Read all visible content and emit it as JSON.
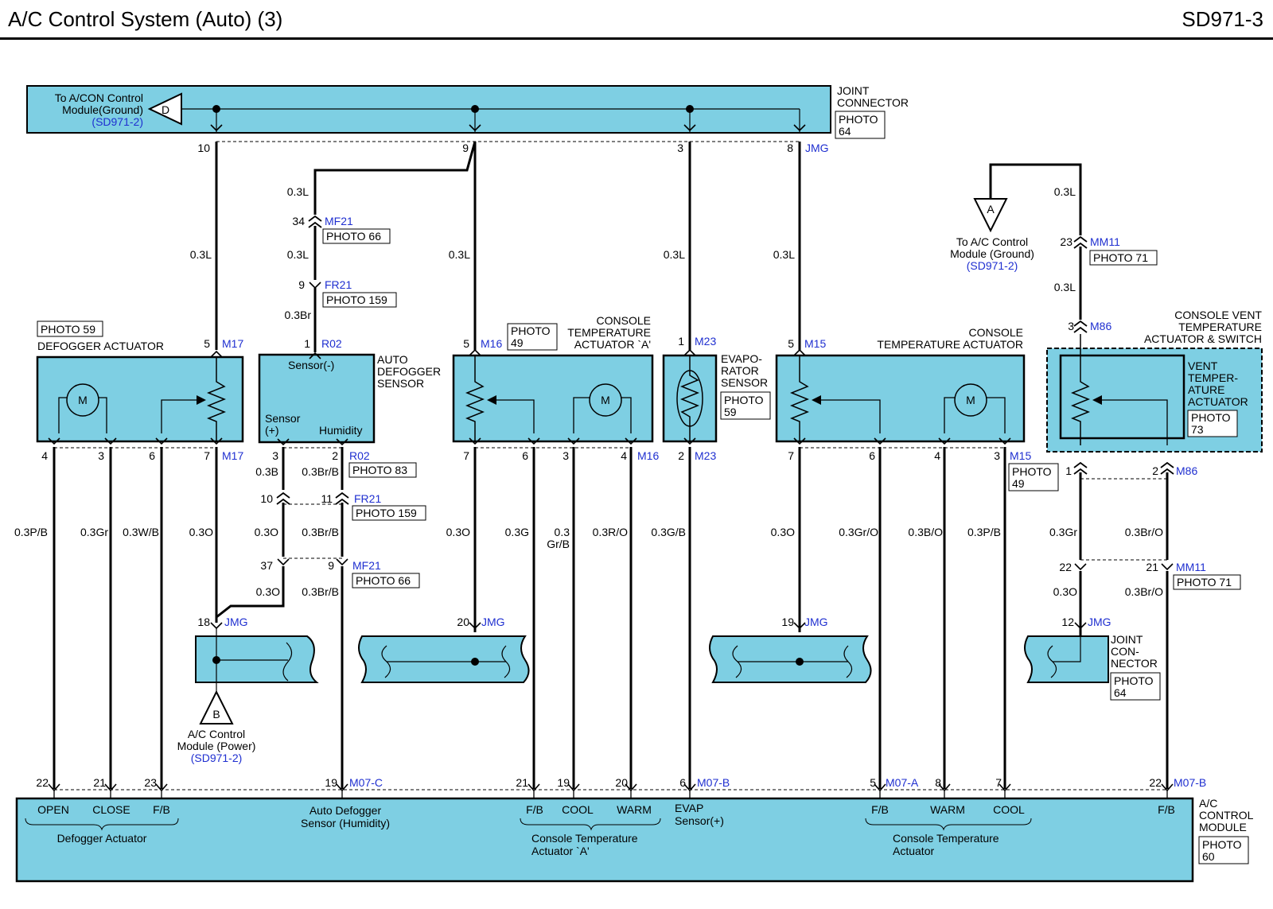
{
  "page": {
    "title": "A/C Control System (Auto) (3)",
    "code": "SD971-3"
  },
  "colors": {
    "box_fill": "#7ecfe3",
    "connector_ref": "#1f2fd0",
    "wire": "#000000"
  },
  "joint_top": {
    "ground_text": [
      "To A/CON Control",
      "Module(Ground)",
      "(SD971-2)"
    ],
    "ground_symbol": "D",
    "name": [
      "JOINT",
      "CONNECTOR"
    ],
    "photo": [
      "PHOTO",
      "64"
    ],
    "pins": [
      "10",
      "9",
      "3",
      "8"
    ],
    "connector": "JMG"
  },
  "defogger_actuator": {
    "name": "DEFOGGER ACTUATOR",
    "photo": "PHOTO 59",
    "motor": "M",
    "top_pin": "5",
    "connector": "M17",
    "bottom_pins": [
      "4",
      "3",
      "6",
      "7"
    ],
    "wires": [
      "0.3P/B",
      "0.3Gr",
      "0.3W/B",
      "0.3O"
    ]
  },
  "left_ground_chain": {
    "wire_top": "0.3L",
    "pin_18": "18",
    "jmg": "JMG",
    "ground_symbol": "B",
    "ground_text": [
      "A/C Control",
      "Module (Power)",
      "(SD971-2)"
    ]
  },
  "auto_defogger_sensor": {
    "name": [
      "AUTO",
      "DEFOGGER",
      "SENSOR"
    ],
    "inner_top": "Sensor(-)",
    "inner_left": [
      "Sensor",
      "(+)"
    ],
    "inner_right": "Humidity",
    "top_pin": "1",
    "connector": "R02",
    "upper_chain": {
      "w1": "0.3L",
      "mf21_pin": "34",
      "mf21": "MF21",
      "mf21_photo": "PHOTO 66",
      "w2": "0.3L",
      "fr21_pin": "9",
      "fr21": "FR21",
      "fr21_photo": "PHOTO 159",
      "w3": "0.3Br"
    },
    "bottom_pins": [
      "3",
      "2"
    ],
    "bottom_connector": "R02",
    "bottom_photo": "PHOTO 83",
    "w_left1": "0.3B",
    "w_right1": "0.3Br/B",
    "fr21_pins": [
      "10",
      "11"
    ],
    "fr21": "FR21",
    "fr21_photo": "PHOTO 159",
    "w_left2": "0.3O",
    "w_right2": "0.3Br/B",
    "mf21_pins": [
      "37",
      "9"
    ],
    "mf21": "MF21",
    "mf21_photo": "PHOTO 66",
    "w_left3": "0.3O",
    "w_right3": "0.3Br/B"
  },
  "console_temp_actuator_a": {
    "name": [
      "CONSOLE",
      "TEMPERATURE",
      "ACTUATOR `A'"
    ],
    "photo": [
      "PHOTO",
      "49"
    ],
    "motor": "M",
    "top_pin": "5",
    "connector": "M16",
    "wire_top": "0.3L",
    "bottom_pins": [
      "7",
      "6",
      "3",
      "4"
    ],
    "bottom_connector": "M16",
    "wires": [
      "0.3O",
      "0.3G",
      "0.3",
      "Gr/B",
      "0.3R/O"
    ],
    "joint_pin": "20",
    "jmg": "JMG"
  },
  "evaporator_sensor": {
    "name": [
      "EVAPO-",
      "RATOR",
      "SENSOR"
    ],
    "photo": [
      "PHOTO",
      "59"
    ],
    "top_pin": "1",
    "connector": "M23",
    "wire_top": "0.3L",
    "bottom_pin": "2",
    "bottom_connector": "M23",
    "wire_bottom": "0.3G/B"
  },
  "console_temp_actuator": {
    "name": [
      "CONSOLE",
      "TEMPERATURE ACTUATOR"
    ],
    "motor": "M",
    "top_pin": "5",
    "connector": "M15",
    "wire_top": "0.3L",
    "bottom_pins": [
      "7",
      "6",
      "4",
      "3"
    ],
    "bottom_connector": "M15",
    "photo": [
      "PHOTO",
      "49"
    ],
    "wires": [
      "0.3O",
      "0.3Gr/O",
      "0.3B/O",
      "0.3P/B"
    ],
    "joint_pin": "19",
    "jmg": "JMG"
  },
  "vent_temp_actuator": {
    "outer_name": [
      "CONSOLE VENT",
      "TEMPERATURE",
      "ACTUATOR & SWITCH"
    ],
    "inner_name": [
      "VENT",
      "TEMPER-",
      "ATURE",
      "ACTUATOR"
    ],
    "photo": [
      "PHOTO",
      "73"
    ],
    "ground_symbol": "A",
    "ground_text": [
      "To A/C Control",
      "Module (Ground)",
      "(SD971-2)"
    ],
    "w1": "0.3L",
    "mm11_pin": "23",
    "mm11": "MM11",
    "mm11_photo": "PHOTO 71",
    "w2": "0.3L",
    "top_pin": "3",
    "connector": "M86",
    "bottom_pins": [
      "1",
      "2"
    ],
    "bottom_connector": "M86",
    "w_left1": "0.3Gr",
    "w_right1": "0.3Br/O",
    "mm11_pins": [
      "22",
      "21"
    ],
    "mm11_b": "MM11",
    "mm11_photo_b": "PHOTO 71",
    "w_left2": "0.3O",
    "w_right2": "0.3Br/O",
    "joint_pin": "12",
    "jmg": "JMG",
    "joint_name": [
      "JOINT",
      "CON-",
      "NECTOR"
    ],
    "joint_photo": [
      "PHOTO",
      "64"
    ]
  },
  "ac_module": {
    "name": [
      "A/C",
      "CONTROL",
      "MODULE"
    ],
    "photo": [
      "PHOTO",
      "60"
    ],
    "pins": [
      "22",
      "21",
      "23",
      "19",
      "21",
      "19",
      "20",
      "6",
      "5",
      "8",
      "7",
      "22"
    ],
    "connectors": [
      "M07-C",
      "M07-B",
      "M07-A",
      "M07-B"
    ],
    "labels": [
      "OPEN",
      "CLOSE",
      "F/B",
      "F/B",
      "COOL",
      "WARM",
      "F/B",
      "WARM",
      "COOL",
      "F/B"
    ],
    "group_defogger": "Defogger Actuator",
    "auto_defog": [
      "Auto Defogger",
      "Sensor (Humidity)"
    ],
    "group_console_a": [
      "Console Temperature",
      "Actuator `A'"
    ],
    "evap": [
      "EVAP",
      "Sensor(+)"
    ],
    "group_console": [
      "Console Temperature",
      "Actuator"
    ]
  }
}
